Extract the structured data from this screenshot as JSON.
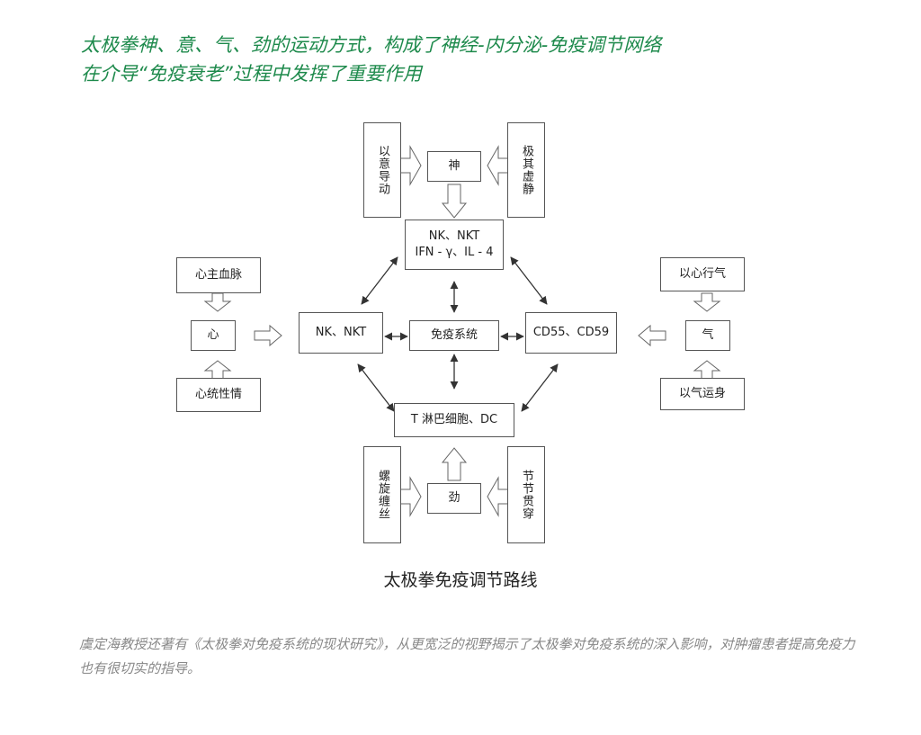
{
  "heading": {
    "line1": "太极拳神、意、气、劲的运动方式，构成了神经-内分泌-免疫调节网络",
    "line2": "在介导“免疫衰老”过程中发挥了重要作用"
  },
  "diagram": {
    "top_left": "以意导动",
    "top_right": "极其虚静",
    "shen": "神",
    "nk_top_line1": "NK、NKT",
    "nk_top_line2": "IFN - γ、IL - 4",
    "xin_zhu": "心主血脉",
    "xin": "心",
    "xin_tong": "心统性情",
    "nk_left": "NK、NKT",
    "center": "免疫系统",
    "cd": "CD55、CD59",
    "yi_xin": "以心行气",
    "qi": "气",
    "yi_qi": "以气运身",
    "t_cell": "T 淋巴细胞、DC",
    "bottom_left": "螺旋缠丝",
    "bottom_right": "节节贯穿",
    "jin": "劲"
  },
  "caption": "太极拳免疫调节路线",
  "paragraph": "虞定海教授还著有《太极拳对免疫系统的现状研究》，从更宽泛的视野揭示了太极拳对免疫系统的深入影响，对肿瘤患者提高免疫力也有很切实的指导。",
  "colors": {
    "heading": "#1e8a4c",
    "paragraph": "#888888",
    "lines": "#555555"
  }
}
